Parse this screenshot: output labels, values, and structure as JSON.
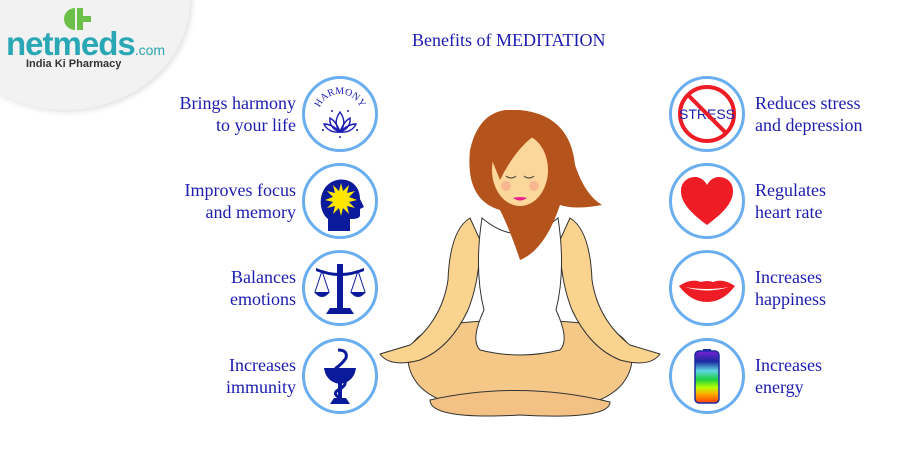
{
  "logo": {
    "brand": "netmeds",
    "suffix": ".com",
    "trademark": "TM",
    "tagline": "India Ki Pharmacy",
    "colors": {
      "brand": "#2aa7b4",
      "cross": "#6cc04a"
    }
  },
  "title": "Benefits of MEDITATION",
  "colors": {
    "text": "#1c1cb0",
    "ring": "#6aaef0",
    "icon_blue": "#0a1a9a",
    "red": "#ee1c24"
  },
  "benefits_left": [
    {
      "line1": "Brings harmony",
      "line2": "to your life",
      "icon": "harmony-lotus-icon",
      "icon_text": "HARMONY"
    },
    {
      "line1": "Improves focus",
      "line2": "and memory",
      "icon": "head-sun-icon"
    },
    {
      "line1": "Balances",
      "line2": "emotions",
      "icon": "scales-icon"
    },
    {
      "line1": "Increases",
      "line2": "immunity",
      "icon": "caduceus-bowl-icon"
    }
  ],
  "benefits_right": [
    {
      "line1": "Reduces stress",
      "line2": "and depression",
      "icon": "no-stress-icon",
      "icon_text": "STRESS"
    },
    {
      "line1": "Regulates",
      "line2": "heart  rate",
      "icon": "heart-icon"
    },
    {
      "line1": "Increases",
      "line2": "happiness",
      "icon": "smile-lips-icon"
    },
    {
      "line1": "Increases",
      "line2": "energy",
      "icon": "battery-icon"
    }
  ],
  "illustration": "meditating-woman"
}
